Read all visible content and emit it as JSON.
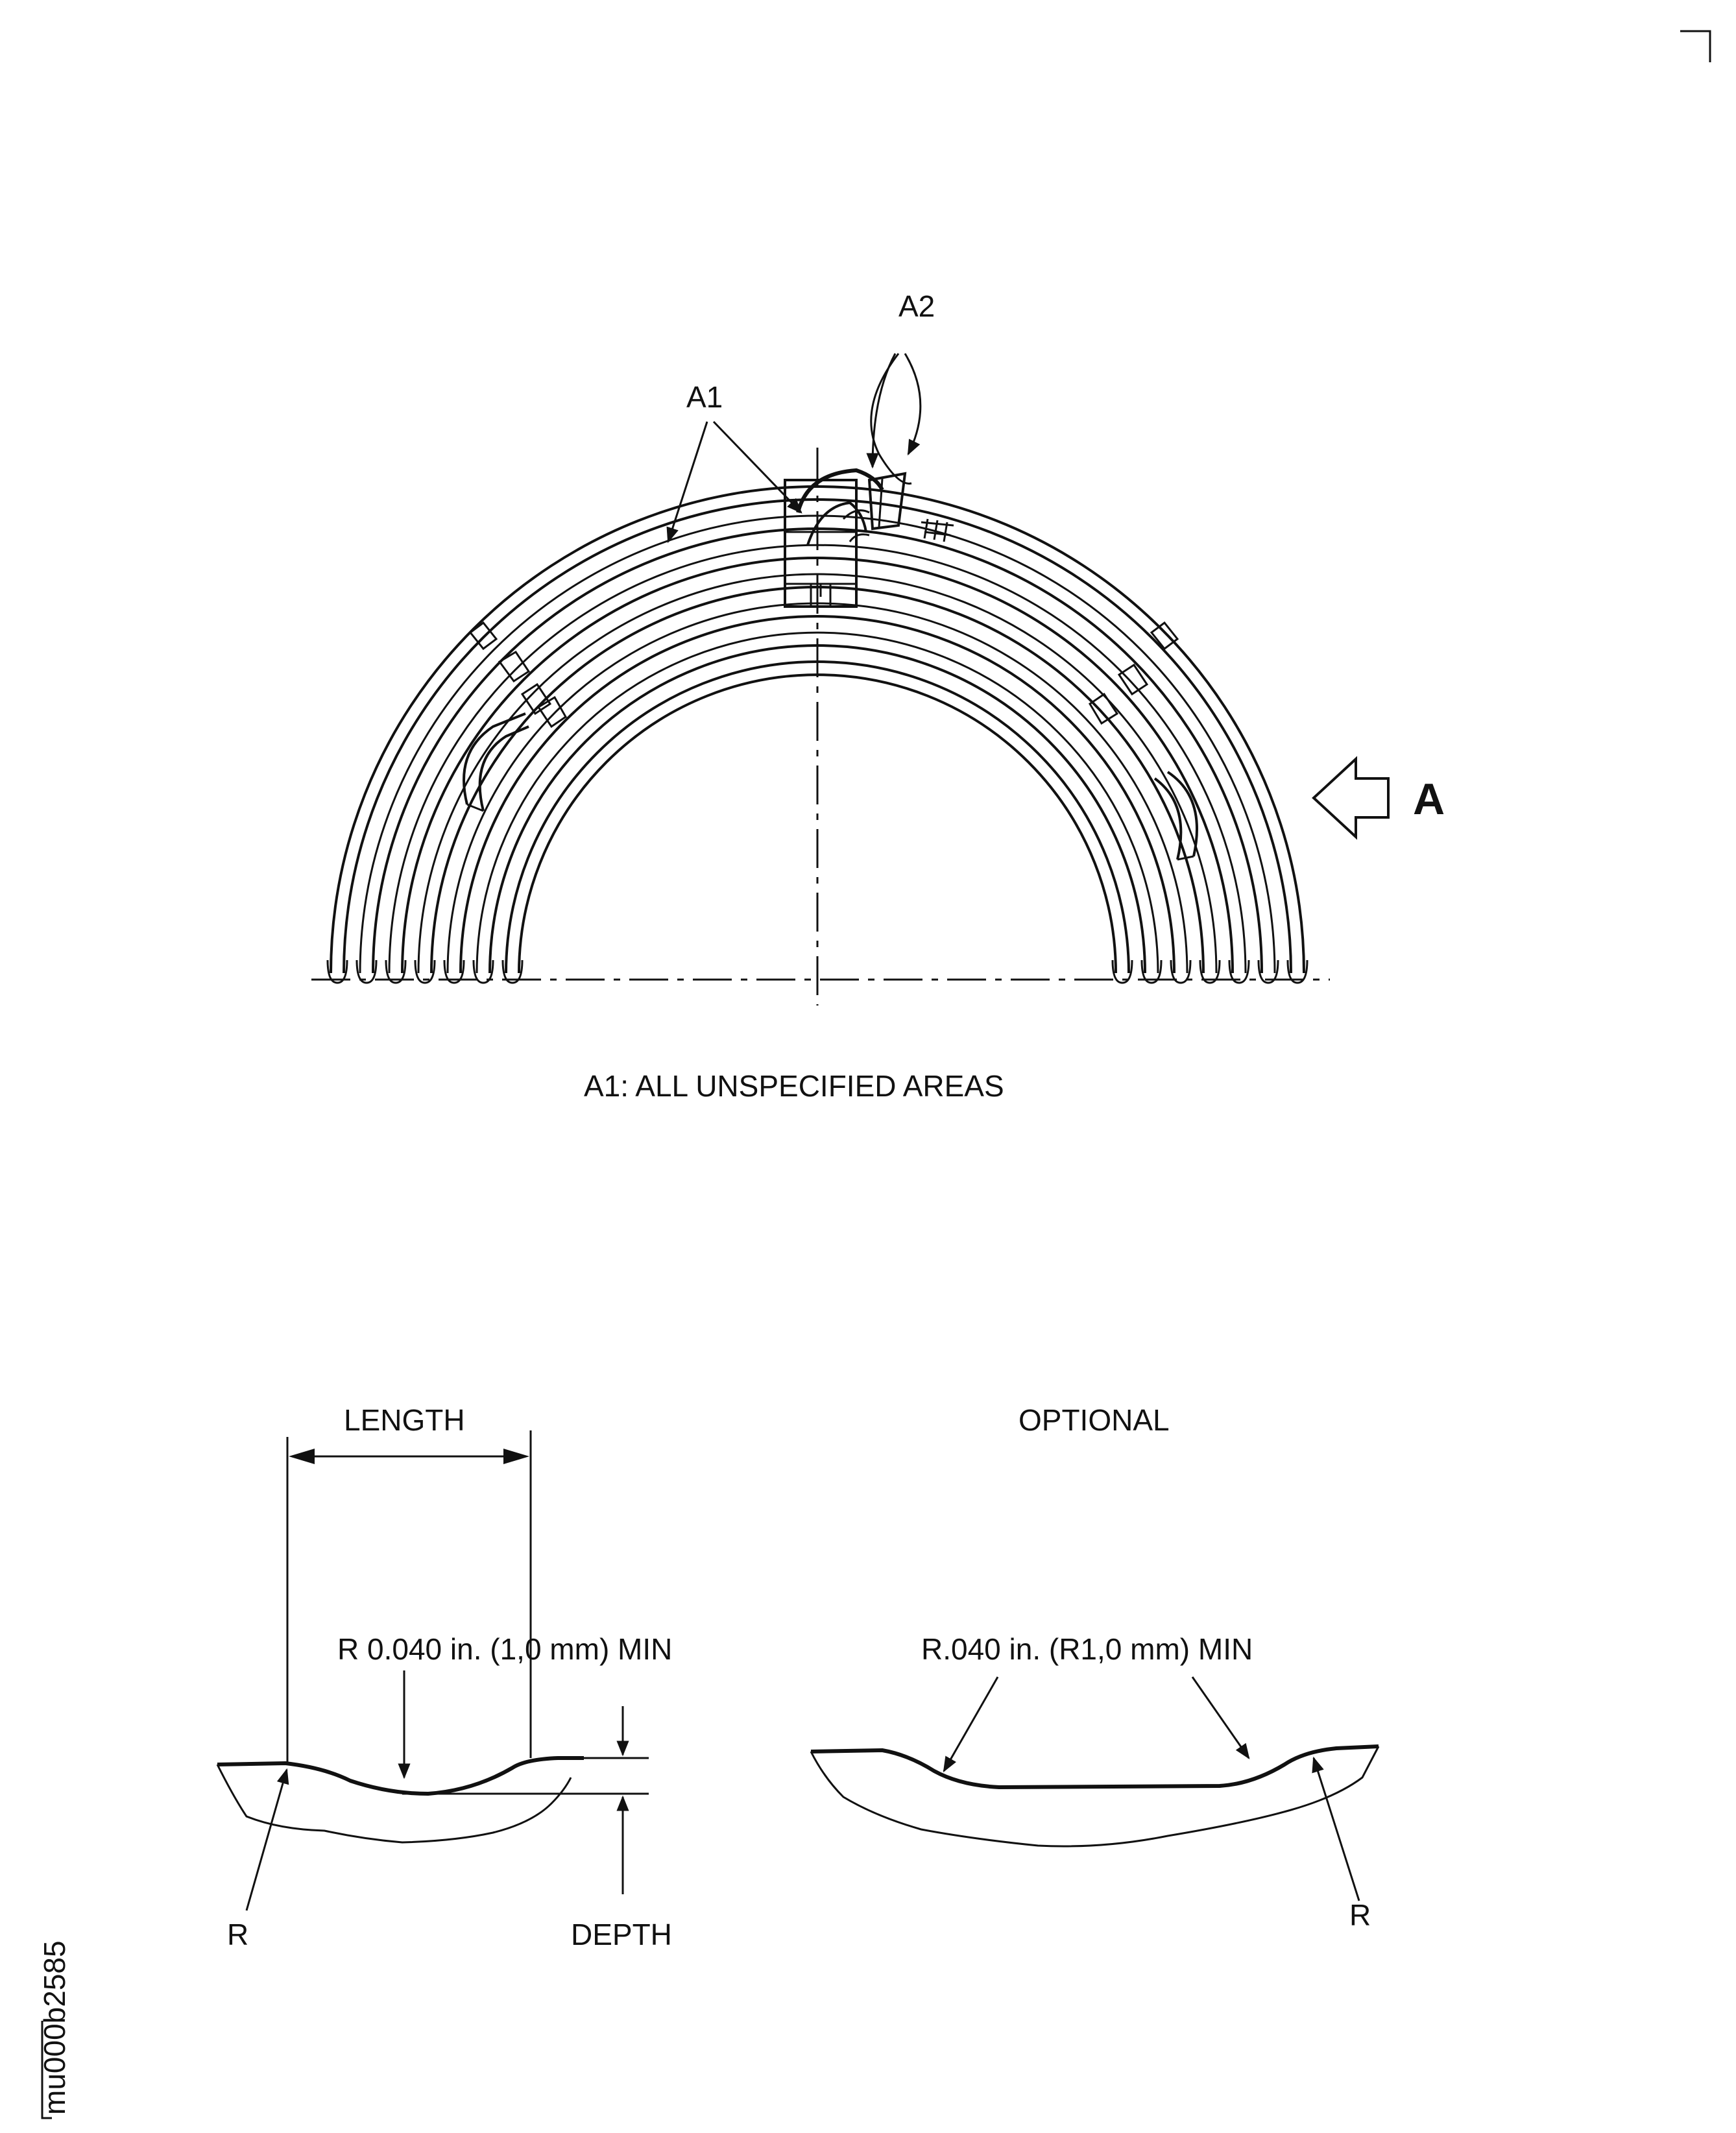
{
  "figure_id": "mu000b2585",
  "top_view": {
    "label_a1": "A1",
    "label_a2": "A2",
    "view_arrow_label": "A",
    "caption": "A1: ALL UNSPECIFIED AREAS"
  },
  "detail_left": {
    "length_label": "LENGTH",
    "radius_note": "R 0.040 in. (1,0 mm) MIN",
    "r_label": "R",
    "depth_label": "DEPTH"
  },
  "detail_right": {
    "title": "OPTIONAL",
    "radius_note": "R.040 in. (R1,0 mm) MIN",
    "r_label": "R"
  }
}
